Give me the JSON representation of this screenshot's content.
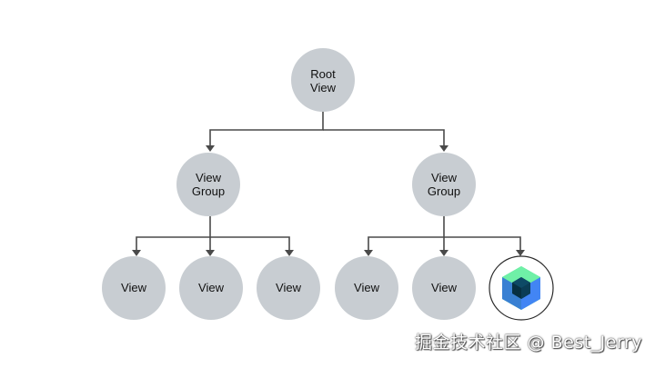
{
  "nodes": {
    "root": {
      "lines": [
        "Root",
        "View"
      ]
    },
    "group_left": {
      "lines": [
        "View",
        "Group"
      ]
    },
    "group_right": {
      "lines": [
        "View",
        "Group"
      ]
    },
    "leaf_1": {
      "label": "View"
    },
    "leaf_2": {
      "label": "View"
    },
    "leaf_3": {
      "label": "View"
    },
    "leaf_4": {
      "label": "View"
    },
    "leaf_5": {
      "label": "View"
    }
  },
  "colors": {
    "node_fill": "#c8cdd2",
    "edge": "#4a4a4a",
    "compose_green": "#3ddc84",
    "compose_blue": "#4285f4",
    "compose_dark": "#073042"
  },
  "icons": {
    "leaf_6": "jetpack-compose-logo"
  },
  "watermark": "掘金技术社区 @ Best_Jerry"
}
